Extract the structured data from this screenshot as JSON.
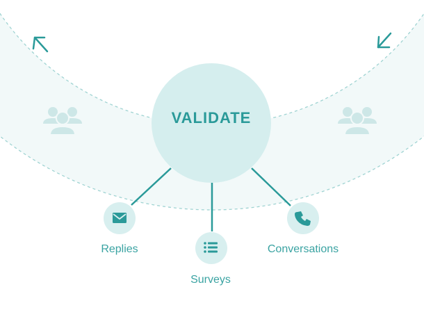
{
  "center": {
    "label": "VALIDATE"
  },
  "channels": [
    {
      "id": "replies",
      "label": "Replies",
      "icon": "envelope-icon"
    },
    {
      "id": "surveys",
      "label": "Surveys",
      "icon": "list-icon"
    },
    {
      "id": "conversations",
      "label": "Conversations",
      "icon": "phone-icon"
    }
  ],
  "decor_icons": [
    "user-group-icon",
    "user-group-icon"
  ],
  "arrows": [
    "arrow-up-left-icon",
    "arrow-down-right-icon"
  ],
  "colors": {
    "accent": "#2a9a99",
    "line": "#2a9a99",
    "ring_fill": "#f2f9f9",
    "circle_fill": "#d5eeee",
    "icon_bg": "#d8efef",
    "dashed": "#9fd3d2",
    "decor": "#cde7e7"
  }
}
